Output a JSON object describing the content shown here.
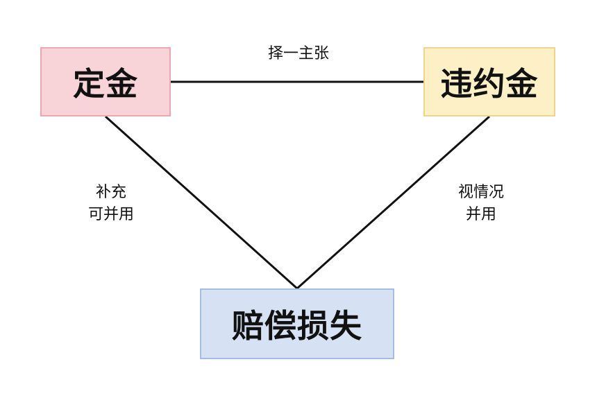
{
  "nodes": {
    "deposit": "定金",
    "penalty": "违约金",
    "compensation": "赔偿损失"
  },
  "edges": {
    "deposit_penalty": [
      "择一主张"
    ],
    "deposit_compensation": [
      "补充",
      "可并用"
    ],
    "penalty_compensation": [
      "视情况",
      "并用"
    ]
  },
  "colors": {
    "deposit_fill": "#f8d3d8",
    "penalty_fill": "#fdefc6",
    "compensation_fill": "#d6e1f4",
    "line": "#111111"
  }
}
